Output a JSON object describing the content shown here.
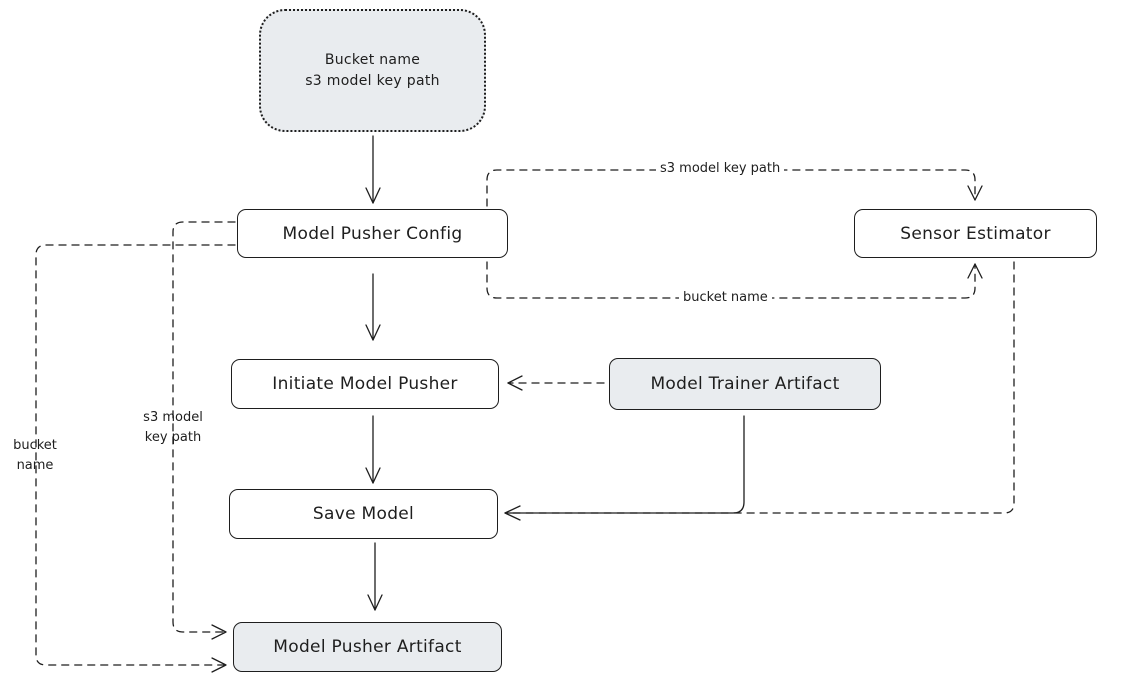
{
  "nodes": {
    "source": {
      "line1": "Bucket name",
      "line2": "s3 model key path"
    },
    "config": "Model Pusher Config",
    "estimator": "Sensor Estimator",
    "initiate": "Initiate Model Pusher",
    "trainer": "Model Trainer Artifact",
    "save": "Save Model",
    "artifact": "Model Pusher Artifact"
  },
  "edge_labels": {
    "s3_top": "s3 model key path",
    "bucket_bottom": "bucket name",
    "s3_left_line1": "s3 model",
    "s3_left_line2": "key path",
    "bucket_left_line1": "bucket",
    "bucket_left_line2": "name"
  },
  "colors": {
    "stroke": "#1e1e1e",
    "node_fill": "#ffffff",
    "highlight_fill": "#e9ecef"
  }
}
